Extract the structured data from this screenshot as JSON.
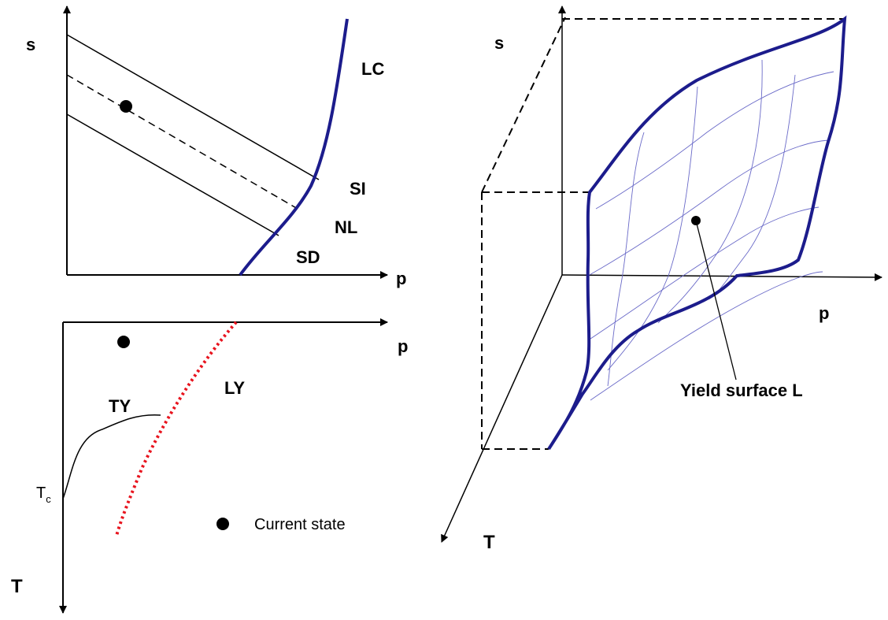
{
  "colors": {
    "axis": "#000000",
    "yield_curve": "#1c1c8c",
    "mesh": "#6a6ac8",
    "ly_curve": "#e8141e"
  },
  "labels": {
    "s_top_left": "s",
    "p_top_left": "p",
    "lc": "LC",
    "si": "SI",
    "nl": "NL",
    "sd": "SD",
    "p_bottom_left": "p",
    "t_bottom_left": "T",
    "ty": "TY",
    "ly": "LY",
    "tc_main": "T",
    "tc_sub": "c",
    "legend_text": "Current state",
    "s_3d": "s",
    "p_3d": "p",
    "t_3d": "T",
    "yield_surface": "Yield surface L"
  },
  "legend": {
    "marker_icon": "filled-circle-icon"
  }
}
